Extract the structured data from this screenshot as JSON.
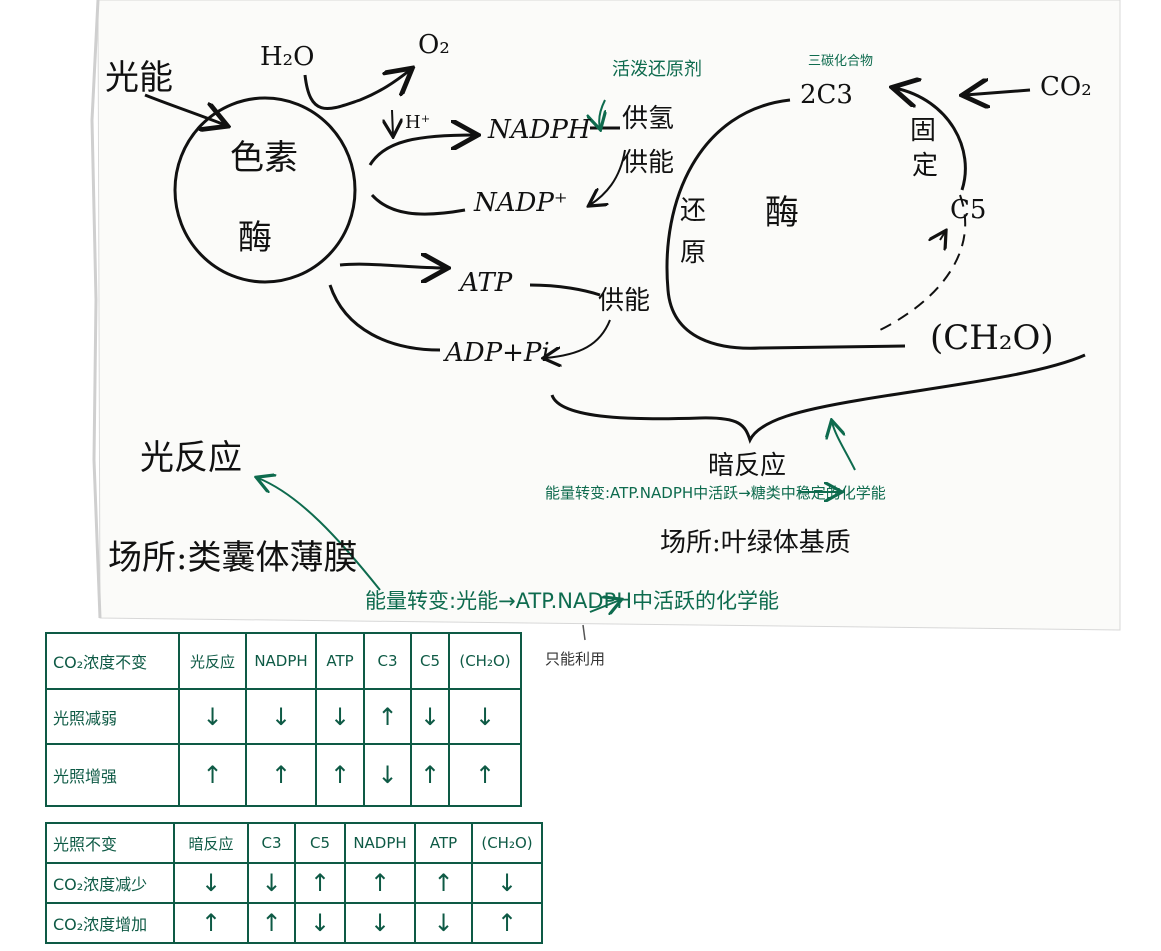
{
  "diagram": {
    "light_energy": "光能",
    "water": "H₂O",
    "oxygen": "O₂",
    "h_plus": "H⁺",
    "pigment_enzyme_1": "色素",
    "pigment_enzyme_2": "酶",
    "nadph": "NADPH",
    "nadp_plus": "NADP⁺",
    "atp": "ATP",
    "adp_pi": "ADP+Pi",
    "active_reductant": "活泼还原剂",
    "supply_hydrogen": "供氢",
    "supply_energy_1": "供能",
    "supply_energy_2": "供能",
    "reduction_1": "还",
    "reduction_2": "原",
    "enzyme_dark": "酶",
    "two_c3": "2C3",
    "three_carbon_compound": "三碳化合物",
    "fixation_1": "固",
    "fixation_2": "定",
    "co2": "CO₂",
    "c5": "C5",
    "ch2o": "(CH₂O)",
    "light_reaction": "光反应",
    "dark_reaction": "暗反应",
    "light_site": "场所:类囊体薄膜",
    "dark_site": "场所:叶绿体基质",
    "light_energy_conversion": "能量转变:光能→ATP.NADPH中活跃的化学能",
    "dark_energy_conversion": "能量转变:ATP.NADPH中活跃→糖类中稳定的化学能",
    "utilization_note": "只能利用"
  },
  "table1": {
    "headers": [
      "CO₂浓度不变",
      "光反应",
      "NADPH",
      "ATP",
      "C3",
      "C5",
      "(CH₂O)"
    ],
    "rows": [
      {
        "label": "光照减弱",
        "cells": [
          "↓",
          "↓",
          "↓",
          "↑",
          "↓",
          "↓"
        ]
      },
      {
        "label": "光照增强",
        "cells": [
          "↑",
          "↑",
          "↑",
          "↓",
          "↑",
          "↑"
        ]
      }
    ]
  },
  "table2": {
    "headers": [
      "光照不变",
      "暗反应",
      "C3",
      "C5",
      "NADPH",
      "ATP",
      "(CH₂O)"
    ],
    "rows": [
      {
        "label": "CO₂浓度减少",
        "cells": [
          "↓",
          "↓",
          "↑",
          "↑",
          "↑",
          "↓"
        ]
      },
      {
        "label": "CO₂浓度增加",
        "cells": [
          "↑",
          "↑",
          "↓",
          "↓",
          "↓",
          "↑"
        ]
      }
    ]
  }
}
